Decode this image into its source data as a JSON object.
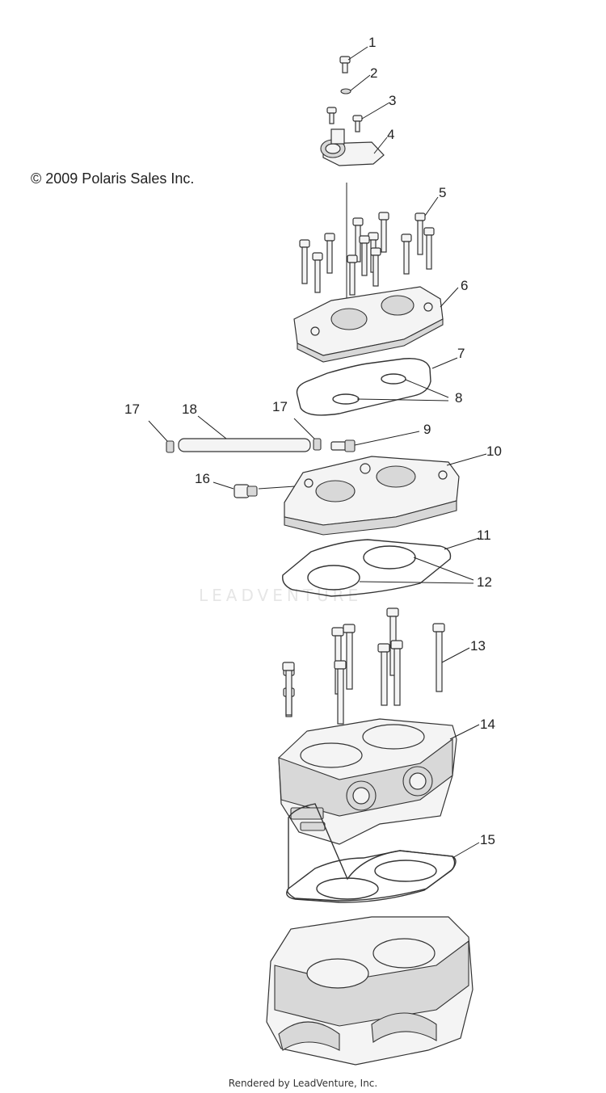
{
  "diagram": {
    "copyright": "© 2009 Polaris Sales Inc.",
    "watermark": "LEADVENTURE",
    "footer": "Rendered by LeadVenture, Inc."
  },
  "callouts": [
    "1",
    "2",
    "3",
    "4",
    "5",
    "6",
    "7",
    "8",
    "9",
    "10",
    "11",
    "12",
    "13",
    "14",
    "15",
    "16",
    "17",
    "17",
    "18"
  ],
  "colors": {
    "line": "#333333",
    "fill": "#f4f4f4",
    "shade": "#d8d8d8"
  },
  "parts": {
    "screw": "screw-icon",
    "washer": "washer-icon",
    "thermostat_housing": "housing-icon",
    "bolt": "bolt-icon",
    "head_cover": "head-cover-icon",
    "o_ring": "o-ring-icon",
    "cylinder_head": "cylinder-head-icon",
    "head_gasket": "gasket-icon",
    "cylinder": "cylinder-icon",
    "base_gasket": "base-gasket-icon",
    "crankcase": "crankcase-icon",
    "hose": "hose-icon",
    "clamp": "clamp-icon",
    "fitting": "fitting-icon",
    "sensor": "sensor-icon"
  }
}
